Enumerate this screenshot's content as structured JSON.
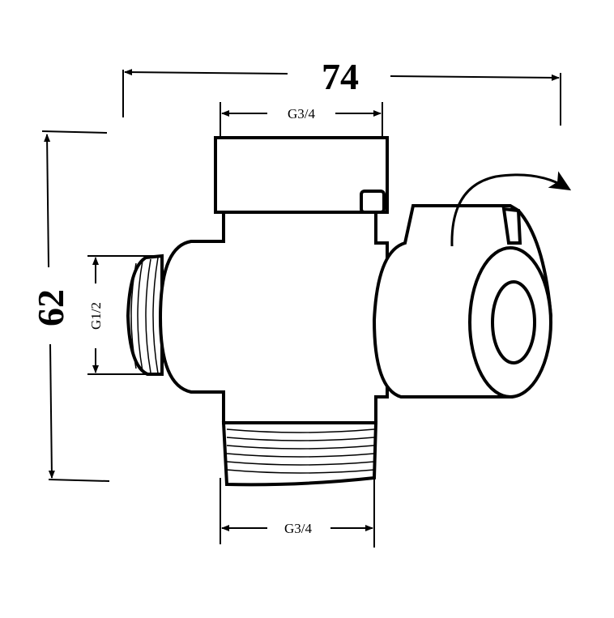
{
  "dimensions": {
    "overall_width": "74",
    "overall_height": "62",
    "top_thread": "G3/4",
    "bottom_thread": "G3/4",
    "side_thread": "G1/2"
  },
  "colors": {
    "line": "#000000",
    "background": "#ffffff"
  },
  "icons": {
    "rotation_arrow": "curved-arrow-icon"
  }
}
